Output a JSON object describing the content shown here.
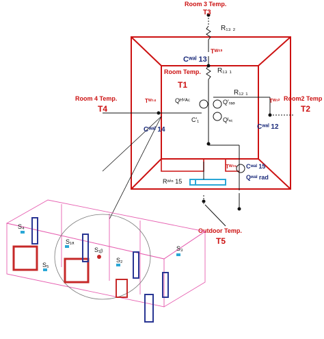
{
  "colors": {
    "red": "#cc1111",
    "blue": "#1a2a7a",
    "cyan": "#2aa7d6",
    "pink": "#e65fb0"
  },
  "labels": {
    "room3": "Room 3 Temp.",
    "t3": "T3",
    "room4": "Room 4 Temp.",
    "t4": "T4",
    "room2": "Room2 Temp",
    "t2": "T2",
    "room1": "Room Temp.",
    "t1": "T1",
    "outdoor": "Outdoor Temp.",
    "t5": "T5",
    "r132": "R₁₃ ₂",
    "r131": "R₁₃ ₁",
    "r121": "R₁₂ ₁",
    "cw13": "Cʷᵃˡ 13",
    "cw14": "Cʷᵃˡ 14",
    "cw12": "Cʷᵃˡ 12",
    "cw15": "Cʷᵃˡ 15",
    "tw13": "Tᵂ¹³",
    "tw14": "Tᵂ¹⁴",
    "tw12": "Tᵂ¹²",
    "tw15": "Tᵂ¹⁵",
    "qhvac": "Qᴴⱽᴬᶜ",
    "qrad": "Q′ᵣₐₔ",
    "c1": "C′₁",
    "qint": "Qᴵₙₜ",
    "rwin": "Rʷⁱⁿ 15",
    "qwalrad": "Qʷᵃˡ rad",
    "s4": "S₄",
    "s1a": "S₁ₐ",
    "s1b": "S₁ᵦ",
    "s2": "S₂",
    "s3": "S₃",
    "s5": "S₅"
  }
}
